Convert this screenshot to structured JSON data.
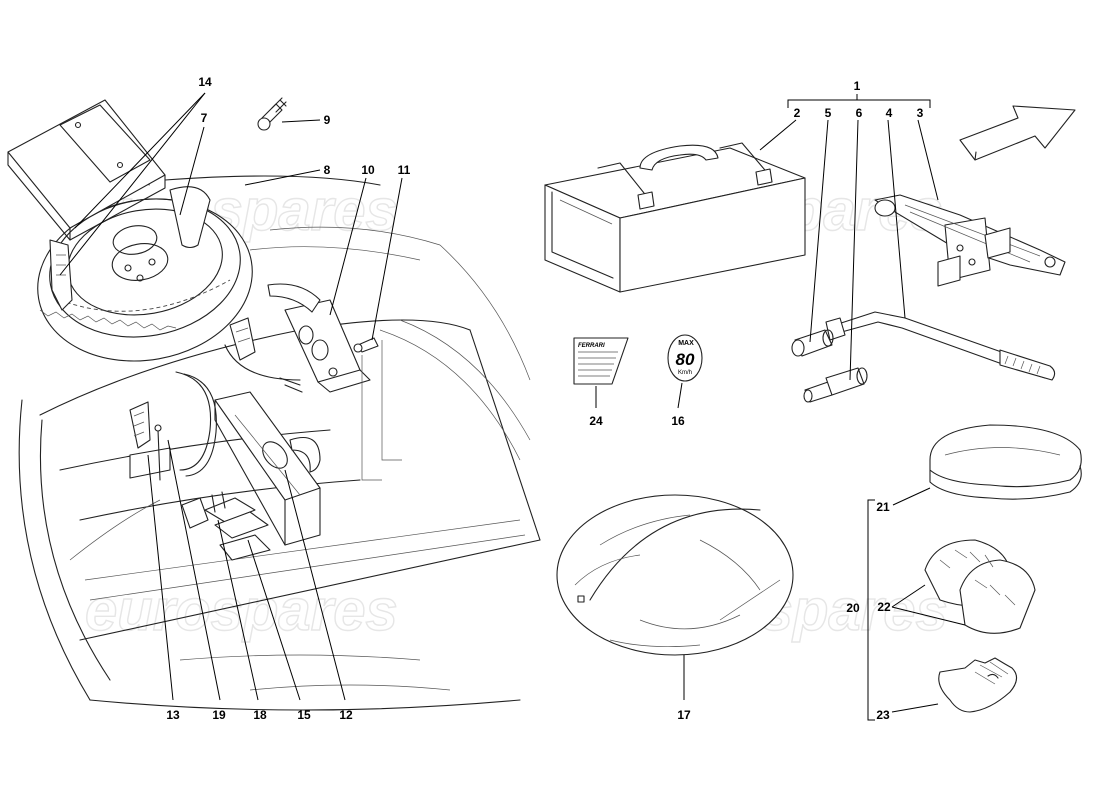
{
  "watermark": "eurospares",
  "speed_sticker": {
    "top": "MAX",
    "value": "80",
    "unit": "Km/h"
  },
  "callouts": {
    "c1": "1",
    "c2": "2",
    "c3": "3",
    "c4": "4",
    "c5": "5",
    "c6": "6",
    "c7": "7",
    "c8": "8",
    "c9": "9",
    "c10": "10",
    "c11": "11",
    "c12": "12",
    "c13": "13",
    "c14": "14",
    "c15": "15",
    "c16": "16",
    "c17": "17",
    "c18": "18",
    "c19": "19",
    "c20": "20",
    "c21": "21",
    "c22": "22",
    "c23": "23",
    "c24": "24"
  }
}
